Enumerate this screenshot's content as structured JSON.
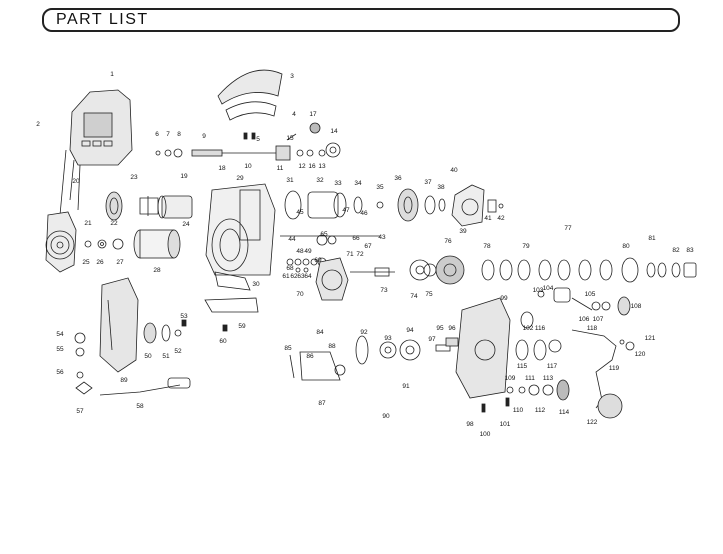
{
  "header": {
    "title": "PART  LIST"
  },
  "part_numbers": [
    "1",
    "2",
    "3",
    "4",
    "5",
    "6",
    "7",
    "8",
    "9",
    "10",
    "11",
    "12",
    "13",
    "14",
    "15",
    "16",
    "17",
    "18",
    "19",
    "20",
    "21",
    "22",
    "23",
    "24",
    "25",
    "26",
    "27",
    "28",
    "29",
    "30",
    "31",
    "32",
    "33",
    "34",
    "35",
    "36",
    "37",
    "38",
    "39",
    "40",
    "41",
    "42",
    "43",
    "44",
    "45",
    "46",
    "47",
    "48",
    "49",
    "50",
    "51",
    "52",
    "53",
    "54",
    "55",
    "56",
    "57",
    "58",
    "59",
    "60",
    "61",
    "62",
    "63",
    "64",
    "65",
    "66",
    "67",
    "68",
    "69",
    "70",
    "71",
    "72",
    "73",
    "74",
    "75",
    "76",
    "77",
    "78",
    "79",
    "80",
    "81",
    "82",
    "83",
    "84",
    "85",
    "86",
    "87",
    "88",
    "89",
    "90",
    "91",
    "92",
    "93",
    "94",
    "95",
    "96",
    "97",
    "98",
    "99",
    "100",
    "101",
    "102",
    "103",
    "104",
    "105",
    "106",
    "107",
    "108",
    "109",
    "110",
    "111",
    "112",
    "113",
    "114",
    "115",
    "116",
    "117",
    "118",
    "119",
    "120",
    "121",
    "122"
  ]
}
